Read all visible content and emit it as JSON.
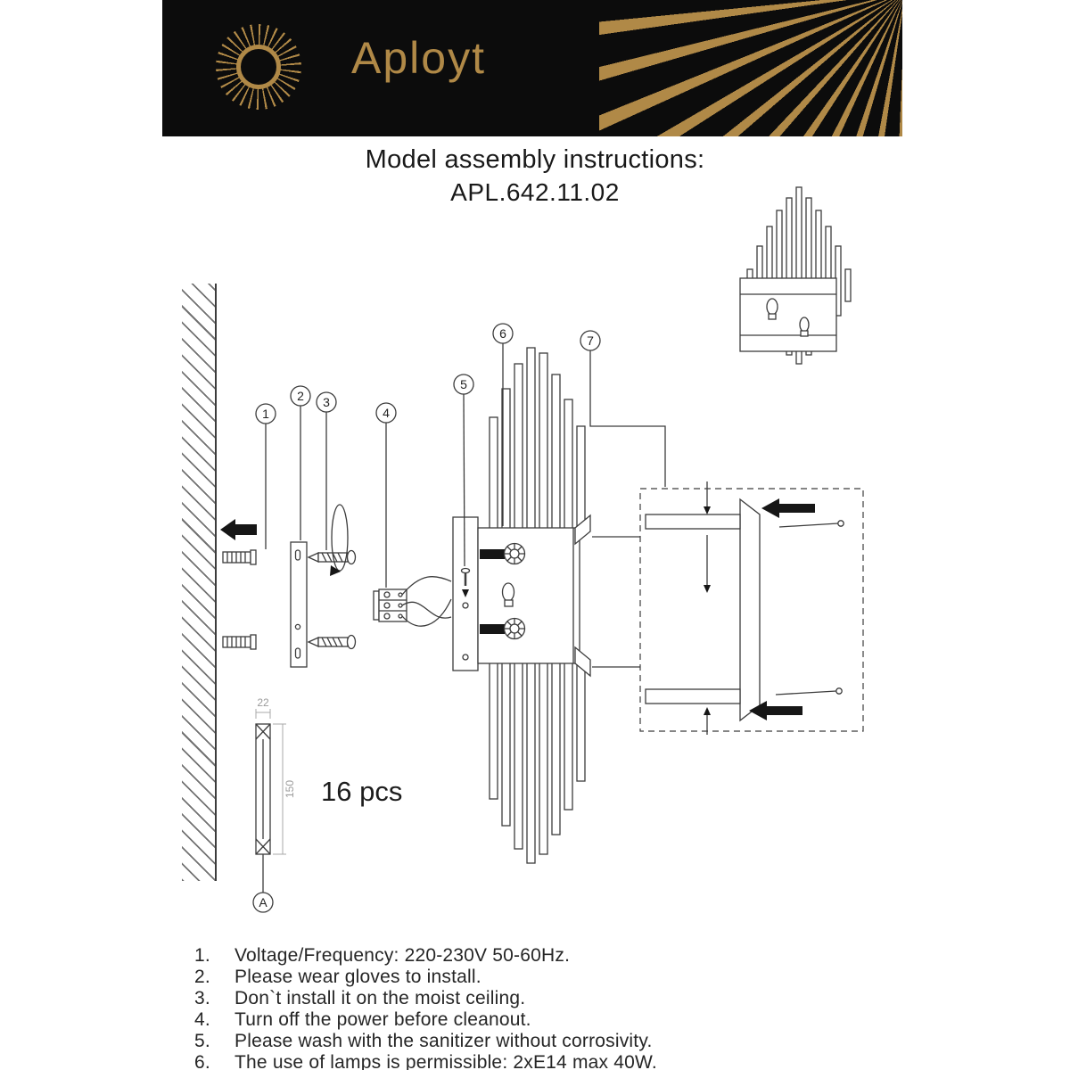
{
  "header": {
    "brand": "Aployt"
  },
  "title": {
    "line1": "Model assembly instructions:",
    "line2": "APL.642.11.02"
  },
  "diagram": {
    "callouts": [
      "1",
      "2",
      "3",
      "4",
      "5",
      "6",
      "7"
    ],
    "detail_label": "A",
    "dim_width": "22",
    "dim_length": "150",
    "pieces_count": "16 pcs"
  },
  "instructions": [
    {
      "num": "1.",
      "text": "Voltage/Frequency: 220-230V 50-60Hz."
    },
    {
      "num": "2.",
      "text": "Please wear gloves to install."
    },
    {
      "num": "3.",
      "text": "Don`t install it on the moist ceiling."
    },
    {
      "num": "4.",
      "text": "Turn off the power before cleanout."
    },
    {
      "num": "5.",
      "text": "Please wash with the sanitizer without corrosivity."
    },
    {
      "num": "6.",
      "text": "The use of lamps is permissible: 2xE14 max 40W."
    }
  ]
}
